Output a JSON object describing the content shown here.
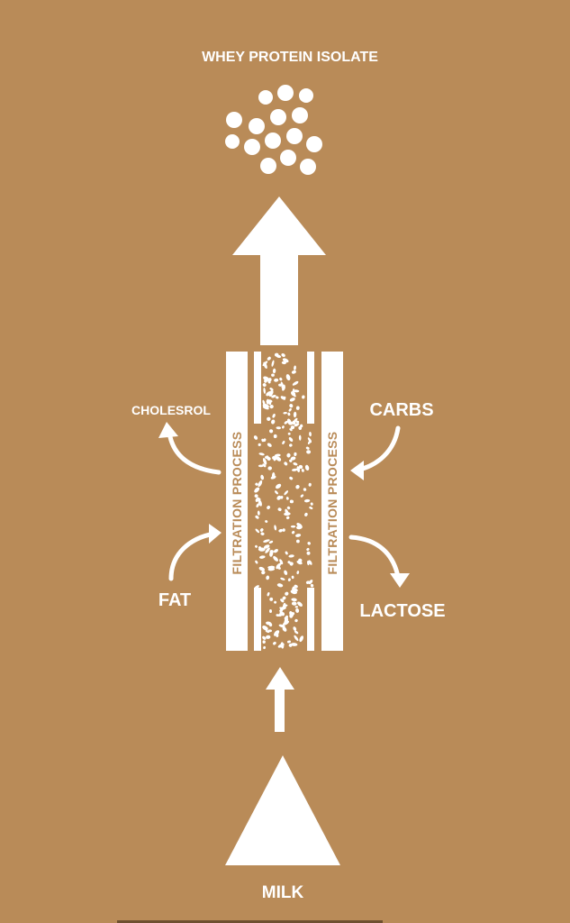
{
  "title": "WHEY PROTEIN ISOLATE",
  "source": "MILK",
  "filter_labels": [
    "FILTRATION PROCESS",
    "FILTRATION PROCESS"
  ],
  "removed": {
    "top_left": "CHOLESROL",
    "bottom_left": "FAT",
    "top_right": "CARBS",
    "bottom_right": "LACTOSE"
  },
  "colors": {
    "background": "#b98b58",
    "foreground": "#ffffff"
  }
}
